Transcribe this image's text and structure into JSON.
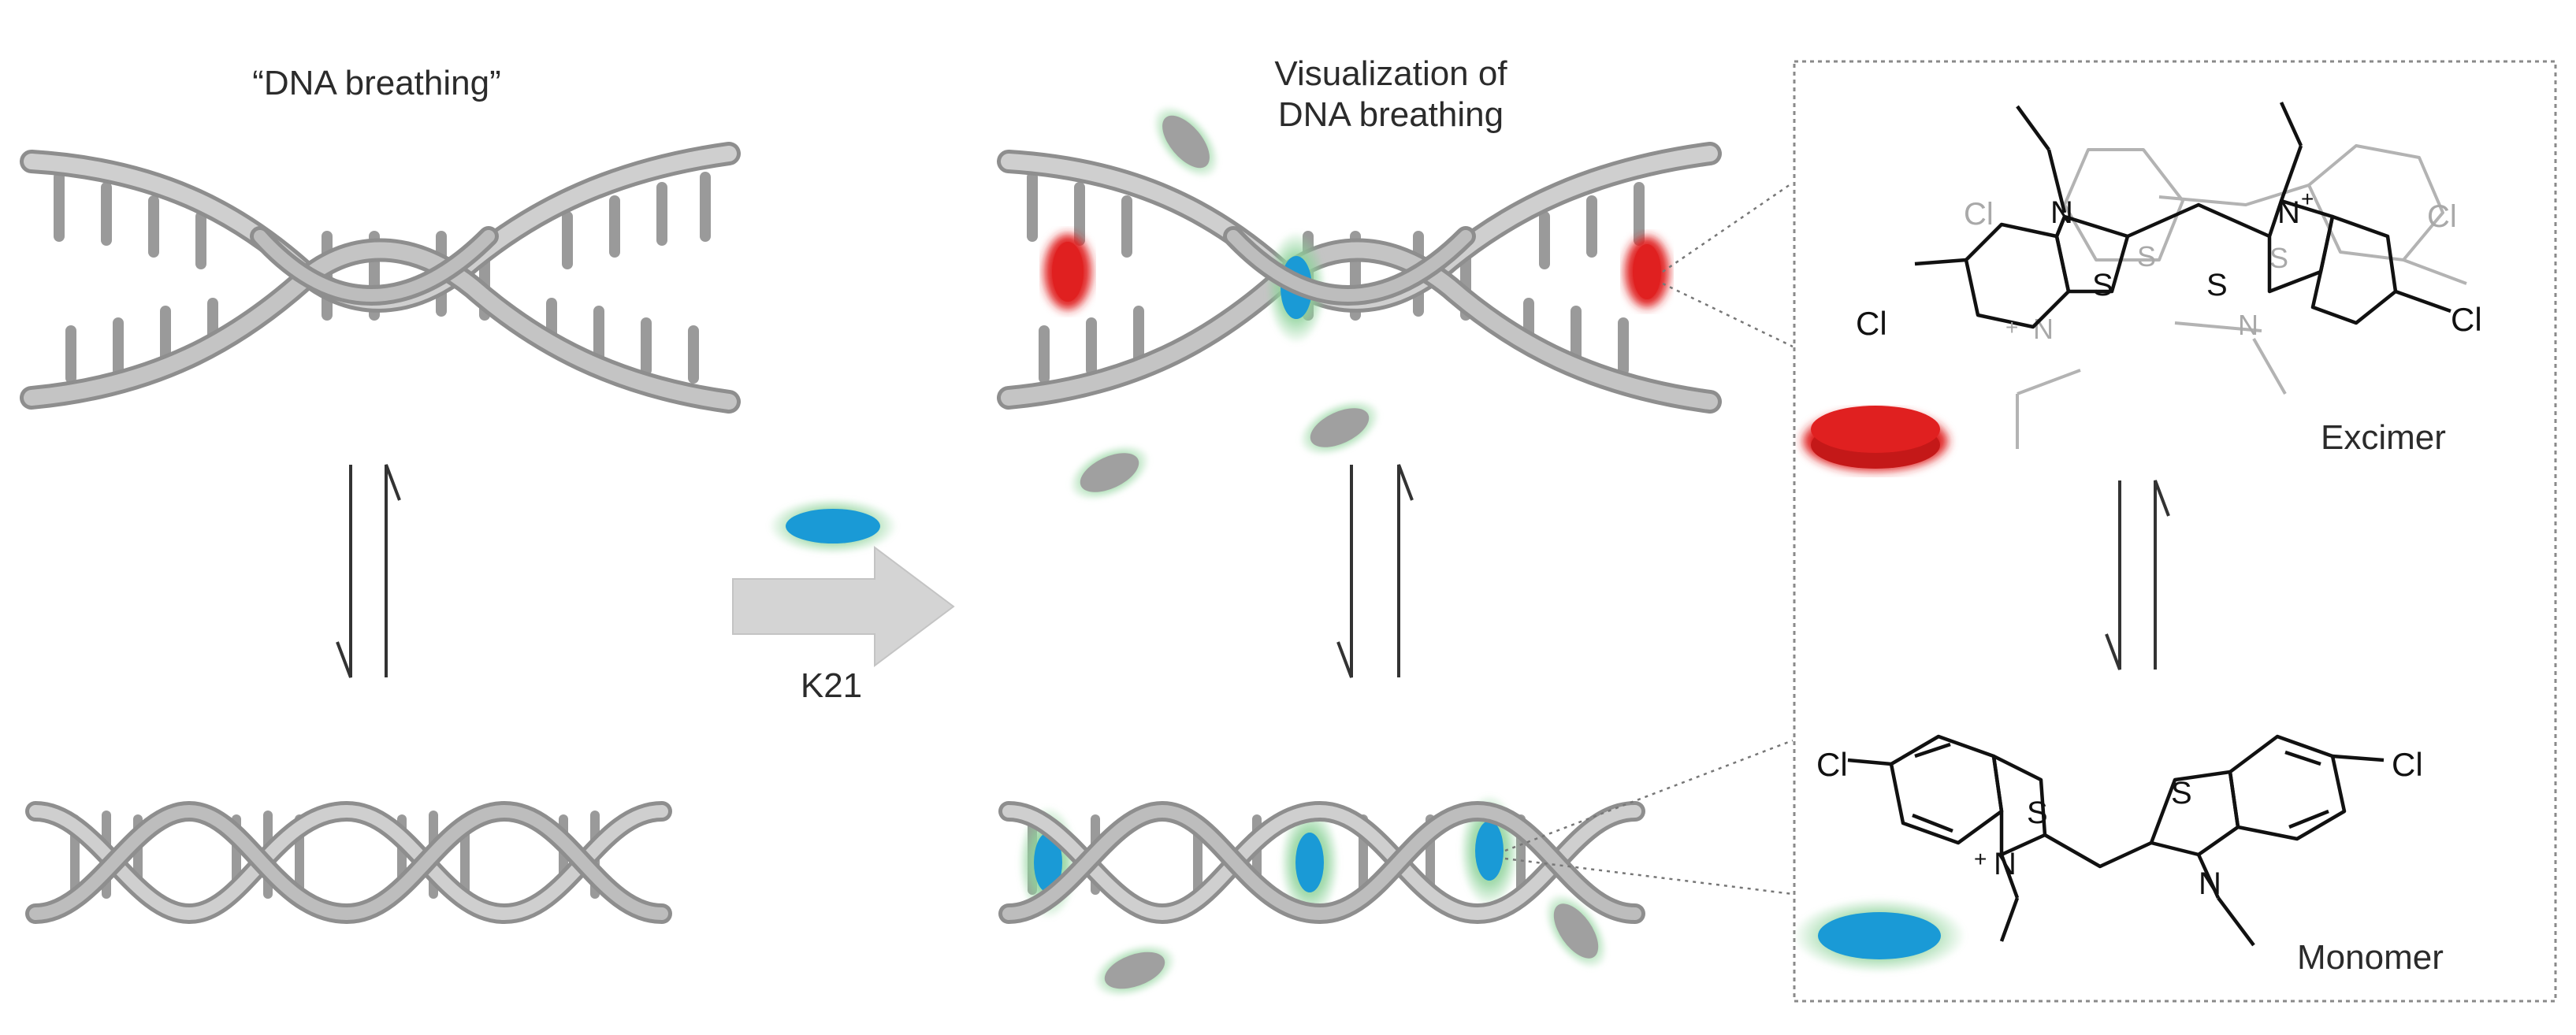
{
  "labels": {
    "dna_breathing": "“DNA breathing”",
    "visualization_line1": "Visualization of",
    "visualization_line2": "DNA breathing",
    "arrow_label": "K21",
    "excimer": "Excimer",
    "monomer": "Monomer"
  },
  "atoms": {
    "chlorine": "Cl",
    "nitrogen": "N",
    "sulfur": "S",
    "positive_charge": "+"
  },
  "colors": {
    "dna_fill": "#b8b8b8",
    "dna_stroke": "#8c8c8c",
    "dye_monomer": "#1a9ad6",
    "dye_excimer": "#e02020",
    "dye_glow": "#8fd39b",
    "free_dye": "#a0a0a0",
    "arrow_fill": "#d4d4d4",
    "inset_border": "#8a8a8a"
  }
}
